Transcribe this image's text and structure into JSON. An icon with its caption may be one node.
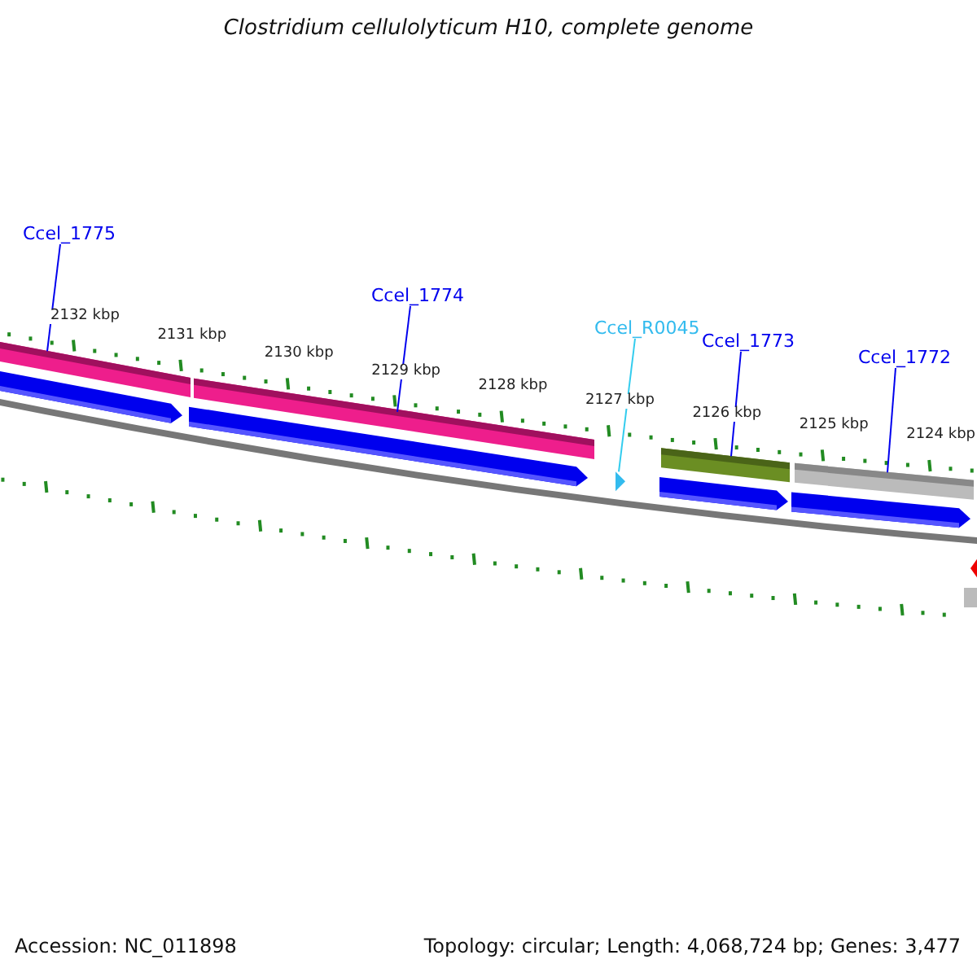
{
  "diagram": {
    "title": "Clostridium cellulolyticum H10, complete genome",
    "nodes": [
      {
        "text": [
          "Ccel_1775"
        ]
      },
      {
        "text": [
          "Ccel_1774"
        ]
      },
      {
        "text": [
          "Ccel_R0045"
        ]
      },
      {
        "text": [
          "Ccel_1773"
        ]
      },
      {
        "text": [
          "Ccel_1772"
        ]
      },
      {
        "text": [],
        "shape": "bar"
      },
      {
        "text": [],
        "shape": "bar"
      },
      {
        "text": [],
        "shape": "triangle"
      },
      {
        "text": [],
        "shape": "bar"
      },
      {
        "text": [],
        "shape": "bar"
      }
    ],
    "edges": [
      {
        "from": 0,
        "to": 5,
        "arrow": "none"
      },
      {
        "from": 1,
        "to": 6,
        "arrow": "none"
      },
      {
        "from": 2,
        "to": 7,
        "arrow": "none",
        "color": "#33ccee"
      },
      {
        "from": 3,
        "to": 8,
        "arrow": "none"
      },
      {
        "from": 4,
        "to": 9,
        "arrow": "none"
      }
    ],
    "labels": [
      "2132 kbp",
      "2131 kbp",
      "2130 kbp",
      "2129 kbp",
      "2128 kbp",
      "2127 kbp",
      "2126 kbp",
      "2125 kbp",
      "2124 kbp",
      "Accession: NC_011898",
      "Topology: circular; Length: 4,068,724 bp; Genes: 3,477"
    ]
  }
}
